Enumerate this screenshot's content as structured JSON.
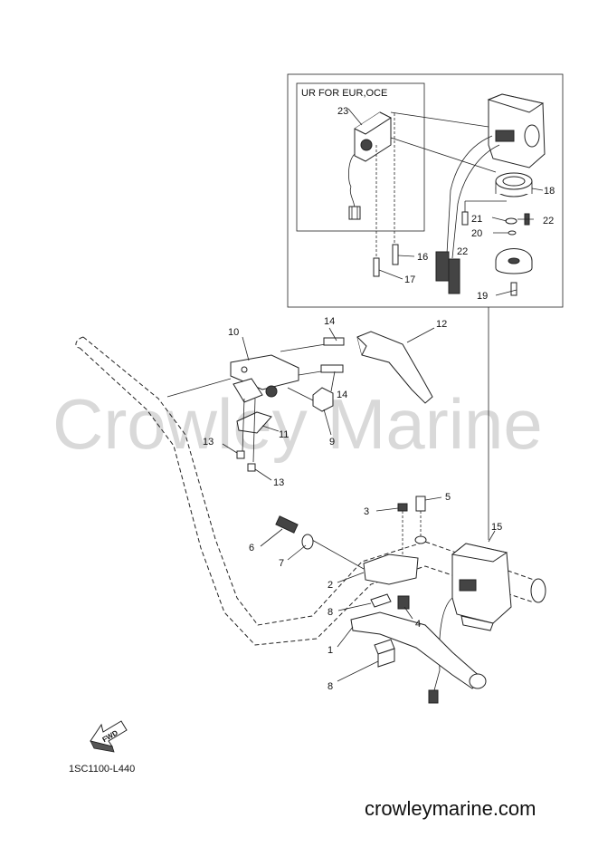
{
  "watermark": "Crowley Marine",
  "inset": {
    "subbox_title": "UR FOR EUR,OCE",
    "callouts": [
      "23",
      "18",
      "21",
      "22",
      "20",
      "22",
      "16",
      "17",
      "19"
    ]
  },
  "callouts": [
    "14",
    "10",
    "12",
    "14",
    "11",
    "9",
    "13",
    "13",
    "5",
    "3",
    "15",
    "6",
    "7",
    "2",
    "8",
    "4",
    "1",
    "8"
  ],
  "fwd_label": "FWD",
  "diagram_code": "1SC1100-L440",
  "site": "crowleymarine.com"
}
